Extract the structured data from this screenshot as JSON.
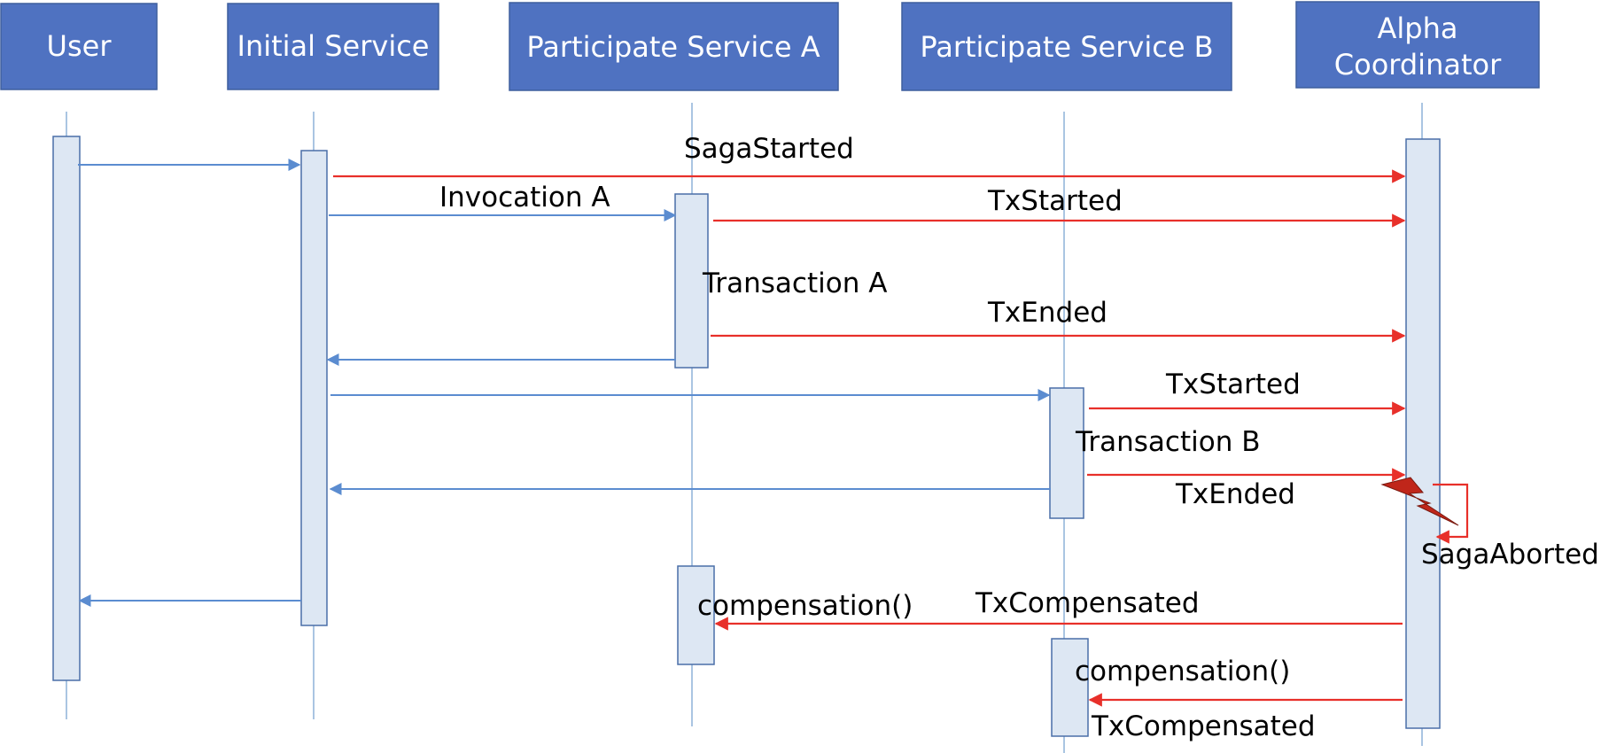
{
  "participants": [
    {
      "id": "user",
      "label": "User"
    },
    {
      "id": "initial",
      "label": "Initial Service"
    },
    {
      "id": "psa",
      "label": "Participate Service A"
    },
    {
      "id": "psb",
      "label": "Participate Service B"
    },
    {
      "id": "alpha",
      "label_lines": [
        "Alpha",
        "Coordinator"
      ]
    }
  ],
  "messages": {
    "saga_started": "SagaStarted",
    "invocation_a": "Invocation A",
    "tx_started_a": "TxStarted",
    "transaction_a": "Transaction A",
    "tx_ended_a": "TxEnded",
    "tx_started_b": "TxStarted",
    "transaction_b": "Transaction B",
    "tx_ended_b": "TxEnded",
    "saga_aborted": "SagaAborted",
    "compensation_a": "compensation()",
    "tx_compensated_a": "TxCompensated",
    "compensation_b": "compensation()",
    "tx_compensated_b": "TxCompensated"
  },
  "colors": {
    "header_fill": "#4f72c1",
    "header_border": "#3e5f9e",
    "activation_fill": "#dde7f3",
    "activation_border": "#4a6fa8",
    "lifeline": "#8eb2d8",
    "call_arrow": "#5b8cd0",
    "event_arrow": "#e8302a",
    "lightning": "#c0261a"
  },
  "icons": {
    "abort": "lightning-bolt-icon"
  }
}
